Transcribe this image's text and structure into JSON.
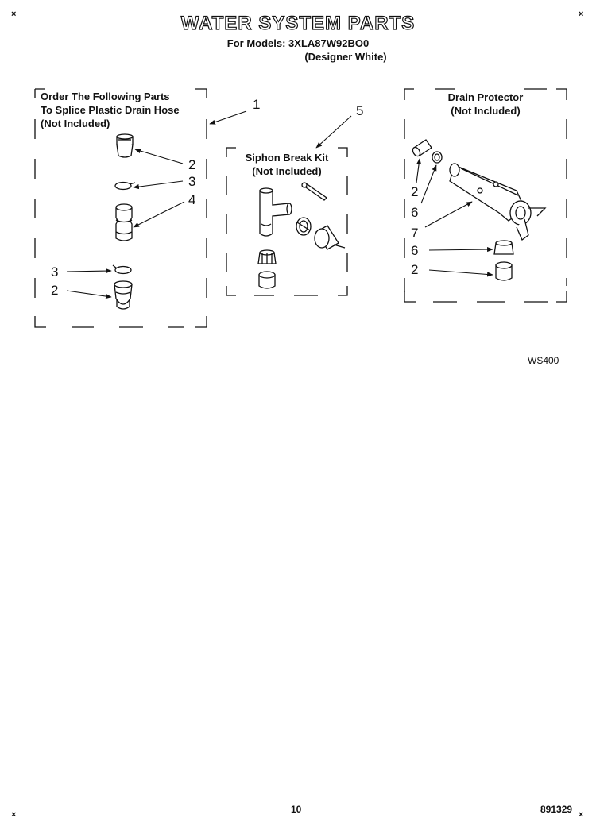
{
  "header": {
    "title": "WATER SYSTEM PARTS",
    "models_line": "For Models: 3XLA87W92BO0",
    "models_color": "(Designer White)"
  },
  "groups": {
    "splice": {
      "line1": "Order The Following Parts",
      "line2": "To Splice Plastic Drain Hose",
      "line3": "(Not Included)"
    },
    "siphon": {
      "line1": "Siphon Break Kit",
      "line2": "(Not Included)"
    },
    "drain": {
      "line1": "Drain Protector",
      "line2": "(Not Included)"
    }
  },
  "callouts": {
    "c1": "1",
    "c2a": "2",
    "c3a": "3",
    "c4": "4",
    "c3b": "3",
    "c2b": "2",
    "c5": "5",
    "c2c": "2",
    "c6a": "6",
    "c7": "7",
    "c6b": "6",
    "c2d": "2"
  },
  "footer": {
    "diagram_code": "WS400",
    "page_number": "10",
    "doc_number": "891329"
  },
  "corner_marks": {
    "mark": "×"
  }
}
